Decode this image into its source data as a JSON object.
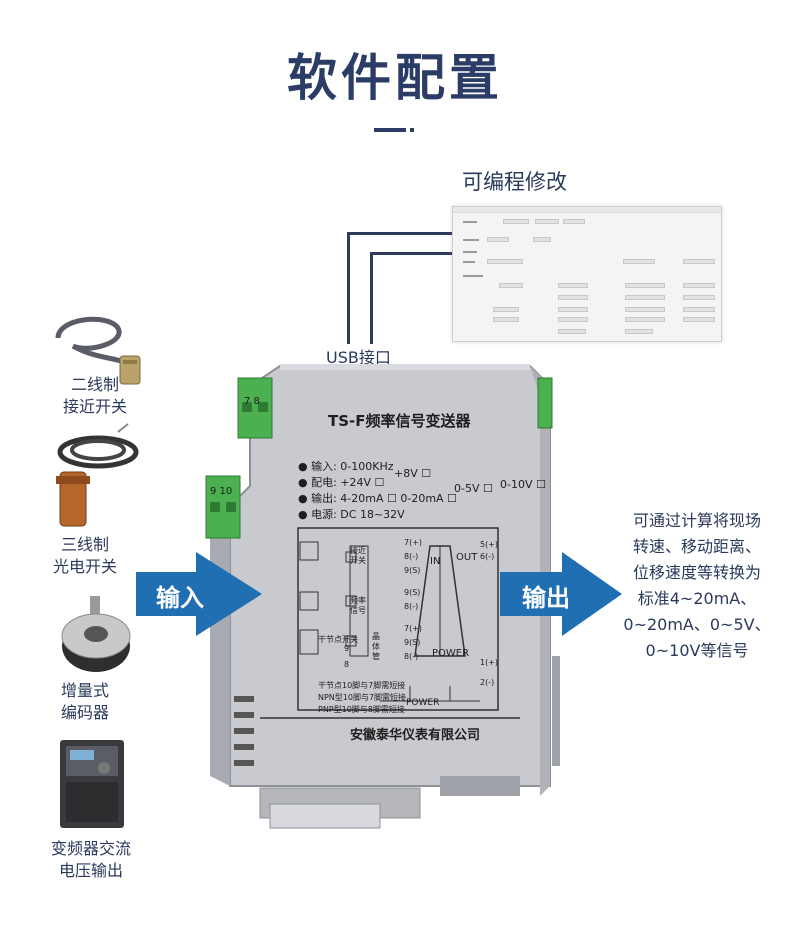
{
  "header": {
    "title": "软件配置"
  },
  "software": {
    "label": "可编程修改"
  },
  "usb": {
    "label": "USB接口"
  },
  "sensors": [
    {
      "label_line1": "二线制",
      "label_line2": "接近开关",
      "icon": "proximity-switch-icon"
    },
    {
      "label_line1": "三线制",
      "label_line2": "光电开关",
      "icon": "photoelectric-switch-icon"
    },
    {
      "label_line1": "增量式",
      "label_line2": "编码器",
      "icon": "encoder-icon"
    },
    {
      "label_line1": "变频器交流",
      "label_line2": "电压输出",
      "icon": "inverter-icon"
    }
  ],
  "arrows": {
    "input": "输入",
    "output": "输出"
  },
  "description": {
    "lines": [
      "可通过计算将现场",
      "转速、移动距离、",
      "位移速度等转换为",
      "标准4~20mA、",
      "0~20mA、0~5V、",
      "0~10V等信号"
    ]
  },
  "device": {
    "model": "TS-F频率信号变送器",
    "spec_input": "● 输入: 0-100KHz",
    "spec_plus8v": "+8V ☐",
    "spec_power_supply": "● 配电: +24V ☐",
    "spec_output": "● 输出: 4-20mA ☐  0-20mA ☐",
    "spec_0_5v": "0-5V ☐",
    "spec_0_10v": "0-10V ☐",
    "spec_power": "● 电源: DC 18~32V",
    "terminal_top": "7 8",
    "terminal_mid": "9 10",
    "diag_in": "IN",
    "diag_out": "OUT",
    "diag_power": "POWER",
    "diag_power_bottom": "POWER",
    "diag_prox": "接近开关",
    "diag_freq": "频率信号",
    "diag_dry": "干节点开关",
    "diag_transistor": "晶体管",
    "pins": [
      "7(+)",
      "8(-)",
      "9(S)",
      "9(S)",
      "8(-)",
      "7(+)",
      "9(S)",
      "8(-)",
      "5(+)",
      "6(-)",
      "1(+)",
      "2(-)"
    ],
    "dry_pins": [
      "9",
      "8"
    ],
    "wiring_1": "干节点10脚与7脚需短接",
    "wiring_2": "NPN型10脚与7脚需短接",
    "wiring_3": "PNP型10脚与8脚需短接",
    "maker": "安徽泰华仪表有限公司"
  },
  "colors": {
    "navy": "#2b3d66",
    "arrow_blue": "#1f6fb2",
    "terminal_green": "#4cb050",
    "housing_gray": "#c7c9cf"
  }
}
